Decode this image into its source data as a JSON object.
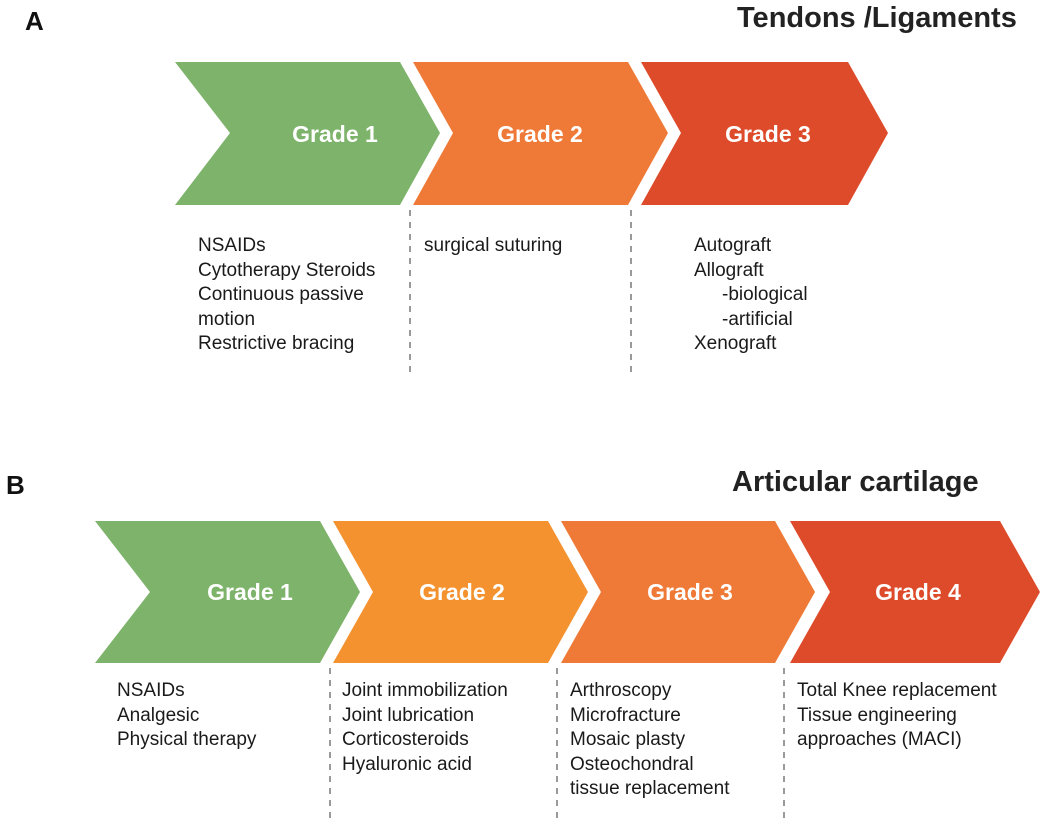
{
  "panel_a": {
    "letter": "A",
    "title": "Tendons /Ligaments",
    "grades": [
      {
        "label": "Grade 1",
        "color": "#7db36a",
        "items": [
          "NSAIDs",
          "Cytotherapy Steroids",
          "Continuous passive",
          "motion",
          "Restrictive bracing"
        ]
      },
      {
        "label": "Grade 2",
        "color": "#ef7a37",
        "items": [
          "surgical suturing"
        ]
      },
      {
        "label": "Grade 3",
        "color": "#dd4b2a",
        "items": [
          "Autograft",
          "Allograft",
          "-biological",
          "-artificial",
          "Xenograft"
        ]
      }
    ]
  },
  "panel_b": {
    "letter": "B",
    "title": "Articular cartilage",
    "grades": [
      {
        "label": "Grade 1",
        "color": "#7db36a",
        "items": [
          "NSAIDs",
          "Analgesic",
          "Physical therapy"
        ]
      },
      {
        "label": "Grade 2",
        "color": "#f3922f",
        "items": [
          "Joint immobilization",
          "Joint lubrication",
          "Corticosteroids",
          "Hyaluronic acid"
        ]
      },
      {
        "label": "Grade 3",
        "color": "#ef7a37",
        "items": [
          "Arthroscopy",
          "Microfracture",
          "Mosaic plasty",
          "Osteochondral",
          "tissue replacement"
        ]
      },
      {
        "label": "Grade 4",
        "color": "#dd4b2a",
        "items": [
          "Total Knee replacement",
          "Tissue engineering",
          "approaches (MACI)"
        ]
      }
    ]
  }
}
